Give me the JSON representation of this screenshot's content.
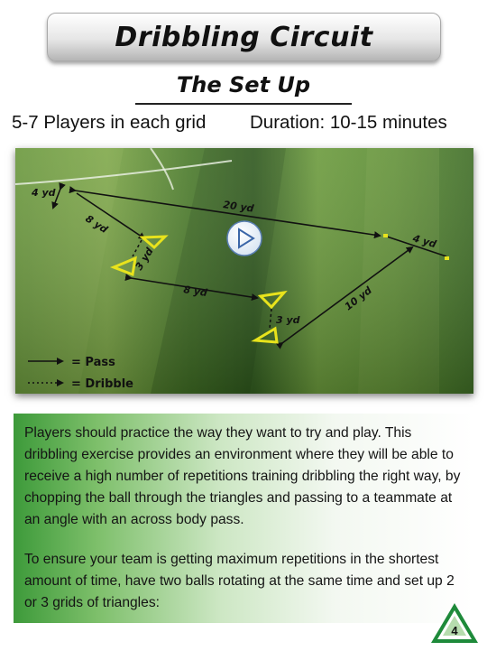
{
  "header": {
    "title": "Dribbling Circuit"
  },
  "setup": {
    "heading": "The Set Up",
    "players": "5-7 Players in each grid",
    "duration": "Duration: 10-15 minutes"
  },
  "diagram": {
    "distances": {
      "top_left_vertical": "4 yd",
      "top_span": "20 yd",
      "right_short": "4 yd",
      "left_diagonal": "8 yd",
      "left_triangle": "3 yd",
      "middle_span": "8 yd",
      "lower_triangle": "3 yd",
      "right_diagonal": "10 yd"
    },
    "legend": {
      "pass": "= Pass",
      "dribble": "= Dribble"
    },
    "play_icon": "play-icon"
  },
  "body": {
    "paragraph_1": "Players should practice the way they want to try and play.  This dribbling exercise provides an environment where they will be able to receive a high number of repetitions training dribbling the right way, by chopping the ball through the triangles and passing to a teammate at an angle with an across body pass.",
    "paragraph_2": "To ensure your team is getting maximum repetitions in the shortest amount of time, have two balls rotating at the same time and set up 2 or 3 grids of triangles:"
  },
  "footer": {
    "page_number": "4",
    "logo_icon": "triangle-logo-icon"
  },
  "colors": {
    "grass_light": "#5f8f33",
    "grass_dark": "#2f5a1e",
    "cone": "#e8e31c",
    "box_gradient_start": "#3d9a3a"
  }
}
